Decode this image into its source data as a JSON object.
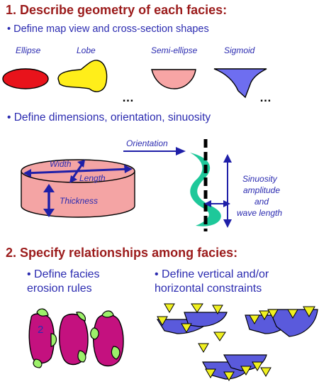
{
  "section1": {
    "title": "1. Describe geometry of each facies:",
    "bullet1": "• Define map view and cross-section shapes",
    "shapes": {
      "ellipse": "Ellipse",
      "lobe": "Lobe",
      "semi_ellipse": "Semi-ellipse",
      "sigmoid": "Sigmoid",
      "ellipsis_left": "…",
      "ellipsis_right": "…"
    },
    "bullet2": "• Define dimensions, orientation, sinuosity",
    "dimensions": {
      "width": "Width",
      "length": "Length",
      "thickness": "Thickness",
      "orientation": "Orientation",
      "sinuosity_line1": "Sinuosity",
      "sinuosity_line2": "amplitude",
      "sinuosity_line3": "and",
      "sinuosity_line4": "wave length"
    }
  },
  "section2": {
    "title": "2. Specify relationships among facies:",
    "erosion_line1": "• Define facies",
    "erosion_line2": "erosion rules",
    "erosion_index": "2",
    "constraints_line1": "• Define vertical and/or",
    "constraints_line2": "horizontal constraints"
  },
  "colors": {
    "title": "#9b1b1b",
    "text": "#2b2bb0",
    "ellipse": "#e8131b",
    "lobe": "#ffee1a",
    "semi_ellipse": "#f7a5a5",
    "sigmoid": "#6e6ef0",
    "cylinder": "#f4a4a4",
    "channel": "#1ec89a",
    "magenta": "#c4117f",
    "lime": "#9cf06a",
    "shelf": "#5a5adc",
    "triangle": "#f0f020"
  }
}
